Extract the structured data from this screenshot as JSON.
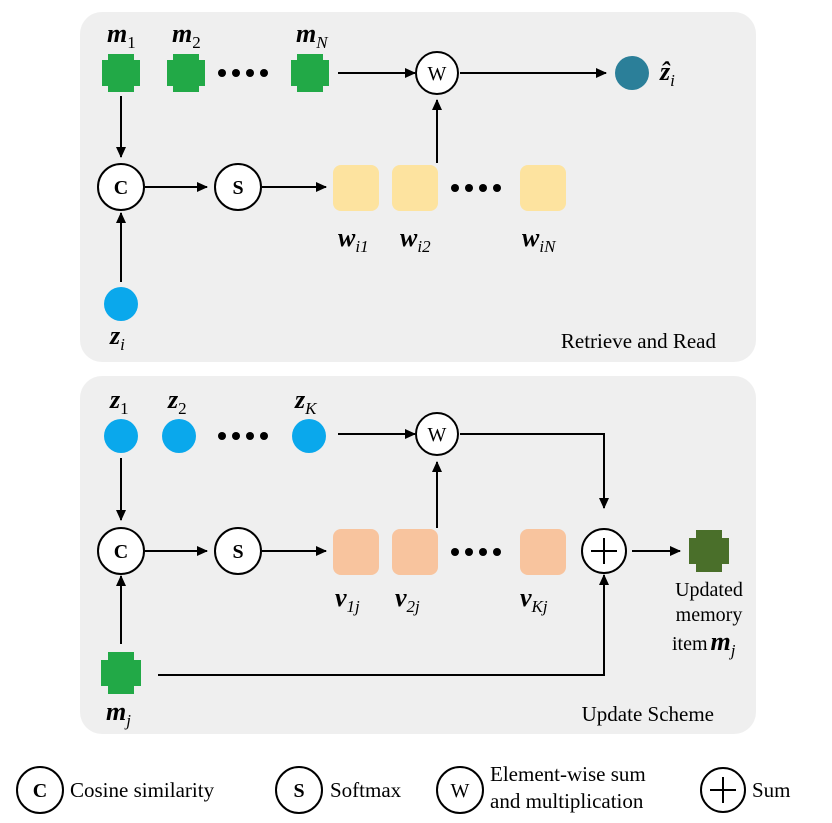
{
  "panels": {
    "retrieve": {
      "title": "Retrieve and Read",
      "memory_items": [
        {
          "base": "m",
          "sub": "1"
        },
        {
          "base": "m",
          "sub": "2"
        },
        {
          "base": "m",
          "sub": "N"
        }
      ],
      "weights": [
        {
          "base": "w",
          "sub": "i1"
        },
        {
          "base": "w",
          "sub": "i2"
        },
        {
          "base": "w",
          "sub": "iN"
        }
      ],
      "query": {
        "base": "z",
        "sub": "i"
      },
      "output": {
        "base": "ẑ",
        "sub": "i"
      }
    },
    "update": {
      "title": "Update Scheme",
      "queries": [
        {
          "base": "z",
          "sub": "1"
        },
        {
          "base": "z",
          "sub": "2"
        },
        {
          "base": "z",
          "sub": "K"
        }
      ],
      "weights": [
        {
          "base": "v",
          "sub": "1j"
        },
        {
          "base": "v",
          "sub": "2j"
        },
        {
          "base": "v",
          "sub": "Kj"
        }
      ],
      "memory": {
        "base": "m",
        "sub": "j"
      },
      "updated_line1": "Updated",
      "updated_line2": "memory",
      "updated_line3": "item",
      "updated_symbol": {
        "base": "m",
        "sub": "j"
      }
    }
  },
  "ops": {
    "cosine": "C",
    "softmax": "S",
    "weighted": "W",
    "sum": "+"
  },
  "legend": {
    "cosine": "Cosine similarity",
    "softmax": "Softmax",
    "weighted_line1": "Element-wise sum",
    "weighted_line2": "and multiplication",
    "sum": "Sum"
  },
  "colors": {
    "panel_bg": "#efefef",
    "memory_green": "#22a947",
    "updated_green": "#4a6f2a",
    "query_blue": "#0aa8ec",
    "output_teal": "#2b7f99",
    "weight_yellow": "#fde39f",
    "weight_orange": "#f8c49e"
  }
}
